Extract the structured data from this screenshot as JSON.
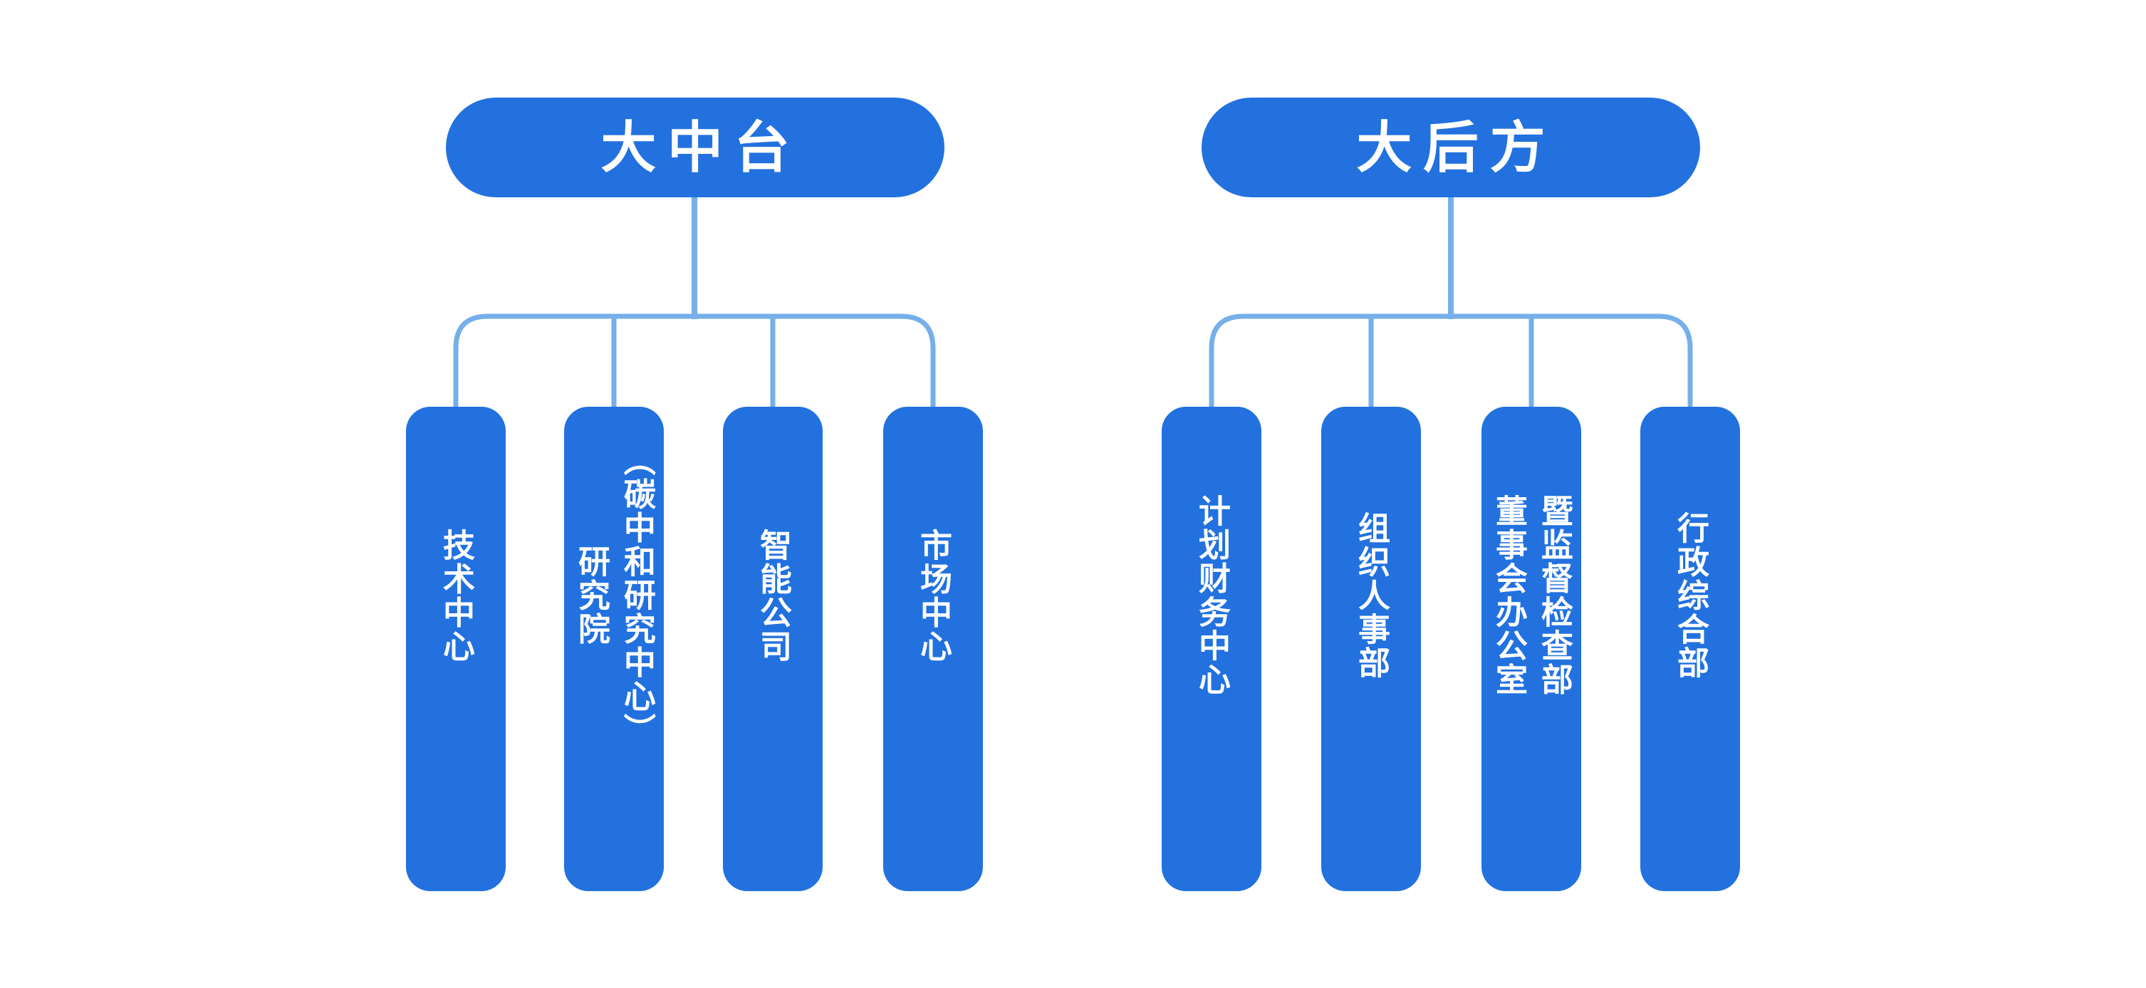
{
  "colors": {
    "canvas_bg": "#FFFFFF",
    "node_fill": "#2271DF",
    "node_text": "#FFFFFF",
    "connector": "#76AFE9"
  },
  "trees": [
    {
      "root": {
        "label": "大中台"
      },
      "children": [
        {
          "label": "技术中心"
        },
        {
          "label": "研究院\n（碳中和研究中心）"
        },
        {
          "label": "智能公司"
        },
        {
          "label": "市场中心"
        }
      ]
    },
    {
      "root": {
        "label": "大后方"
      },
      "children": [
        {
          "label": "计划财务中心"
        },
        {
          "label": "组织人事部"
        },
        {
          "label": "董事会办公室\n暨监督检查部"
        },
        {
          "label": "行政综合部"
        }
      ]
    }
  ]
}
